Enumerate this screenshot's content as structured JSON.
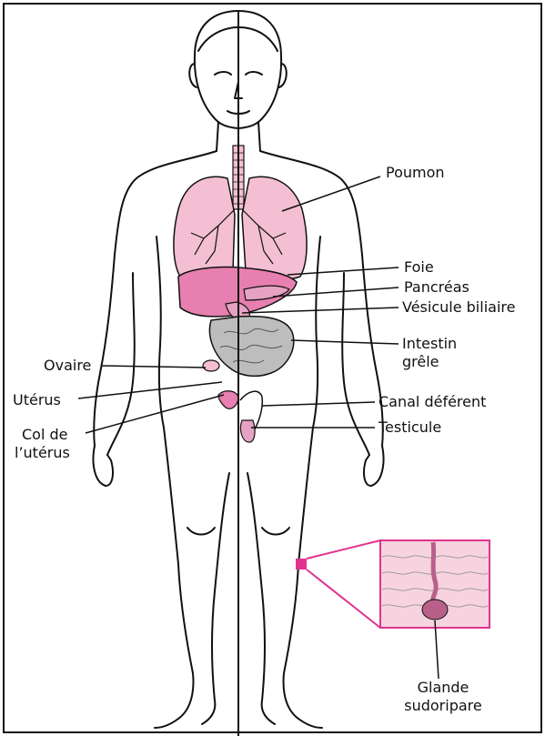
{
  "labels": {
    "lung": "Poumon",
    "liver": "Foie",
    "pancreas": "Pancréas",
    "gallbladder": "Vésicule biliaire",
    "small_intestine_1": "Intestin",
    "small_intestine_2": "grêle",
    "ovary": "Ovaire",
    "uterus": "Utérus",
    "cervix_1": "Col de",
    "cervix_2": "l’utérus",
    "vas_deferens": "Canal déférent",
    "testicle": "Testicule",
    "sweat_gland_1": "Glande",
    "sweat_gland_2": "sudoripare"
  },
  "colors": {
    "lung_fill": "#f4bfd2",
    "liver_fill": "#e77fb0",
    "organ_pink": "#e6a2c2",
    "intestine_gray": "#bdbdbd",
    "magenta": "#e0338f",
    "skin_fill": "#f6d3df",
    "gland_fill": "#b8608a",
    "outline": "#111111"
  }
}
